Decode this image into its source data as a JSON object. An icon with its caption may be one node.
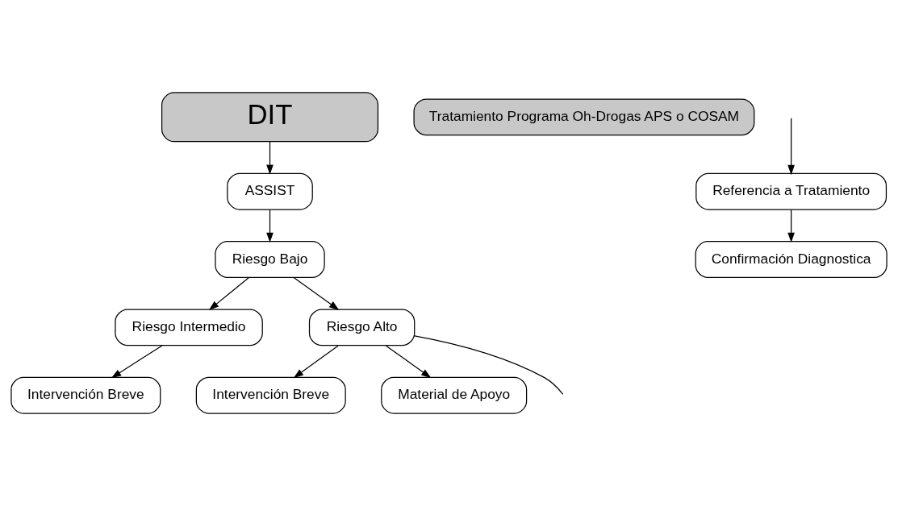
{
  "diagram": {
    "nodes": [
      {
        "text": [
          "DIT"
        ]
      },
      {
        "text": [
          "Tratamiento Programa Oh-Drogas APS o COSAM"
        ]
      },
      {
        "text": [
          "ASSIST"
        ]
      },
      {
        "text": [
          "Riesgo Bajo"
        ]
      },
      {
        "text": [
          "Riesgo Intermedio"
        ]
      },
      {
        "text": [
          "Intervención Breve"
        ]
      },
      {
        "text": [
          "Riesgo Alto"
        ]
      },
      {
        "text": [
          "Intervención Breve"
        ]
      },
      {
        "text": [
          "Material de Apoyo"
        ]
      },
      {
        "text": [
          "Confirmación Diagnostica"
        ]
      },
      {
        "text": [
          "Referencia a Tratamiento"
        ]
      }
    ],
    "edges": [
      {
        "from": 0,
        "to": 2,
        "arrow": "to"
      },
      {
        "from": 2,
        "to": 3,
        "arrow": "to"
      },
      {
        "from": 3,
        "to": 4,
        "arrow": "to"
      },
      {
        "from": 3,
        "to": 6,
        "arrow": "to"
      },
      {
        "from": 4,
        "to": 5,
        "arrow": "to"
      },
      {
        "from": 6,
        "to": 7,
        "arrow": "to"
      },
      {
        "from": 6,
        "to": 8,
        "arrow": "to"
      },
      {
        "from": 6,
        "to": null,
        "arrow": "none"
      },
      {
        "from": null,
        "to": 10,
        "arrow": "to"
      },
      {
        "from": 10,
        "to": 9,
        "arrow": "to"
      }
    ]
  }
}
